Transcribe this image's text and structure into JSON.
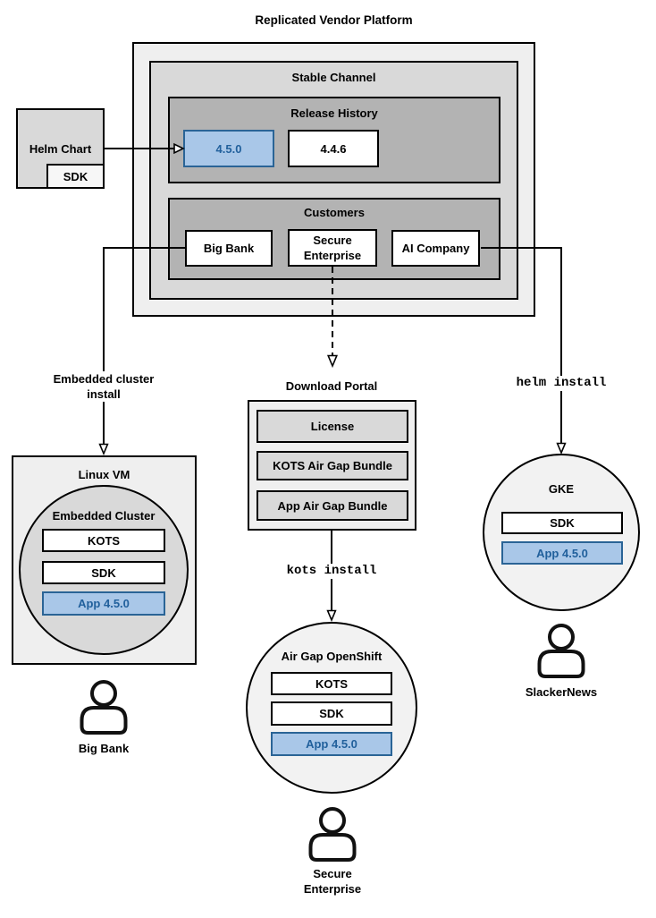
{
  "colors": {
    "blue_fill": "#a9c7e8",
    "blue_border": "#2a6496",
    "blue_text": "#21609c",
    "gray_lightest": "#efefef",
    "gray_light": "#d9d9d9",
    "gray_mid": "#b3b3b3",
    "near_white": "#f7f7f7",
    "circle_light": "#f2f2f2",
    "line": "#000000"
  },
  "diagram_title": "Replicated Vendor Platform",
  "platform": {
    "stable_channel": {
      "title": "Stable Channel",
      "release_history": {
        "title": "Release History",
        "releases": [
          {
            "version": "4.5.0",
            "highlighted": true
          },
          {
            "version": "4.4.6",
            "highlighted": false
          }
        ]
      },
      "customers": {
        "title": "Customers",
        "items": [
          {
            "name": "Big Bank"
          },
          {
            "name": "Secure Enterprise"
          },
          {
            "name": "AI Company"
          }
        ]
      }
    }
  },
  "helm_chart": {
    "title": "Helm Chart",
    "sdk": "SDK"
  },
  "flow_labels": {
    "embedded_line1": "Embedded cluster",
    "embedded_line2": "install",
    "helm_install": "helm install",
    "kots_install": "kots install"
  },
  "download_portal": {
    "title": "Download Portal",
    "items": [
      "License",
      "KOTS Air Gap Bundle",
      "App Air Gap Bundle"
    ]
  },
  "linux_vm": {
    "title": "Linux VM",
    "embedded_cluster": {
      "title": "Embedded Cluster",
      "kots": "KOTS",
      "sdk": "SDK",
      "app": "App 4.5.0"
    }
  },
  "gke": {
    "title": "GKE",
    "sdk": "SDK",
    "app": "App 4.5.0"
  },
  "air_gap_openshift": {
    "title": "Air Gap OpenShift",
    "kots": "KOTS",
    "sdk": "SDK",
    "app": "App 4.5.0"
  },
  "users": {
    "big_bank": "Big Bank",
    "secure_enterprise": "Secure Enterprise",
    "slackernews": "SlackerNews"
  }
}
